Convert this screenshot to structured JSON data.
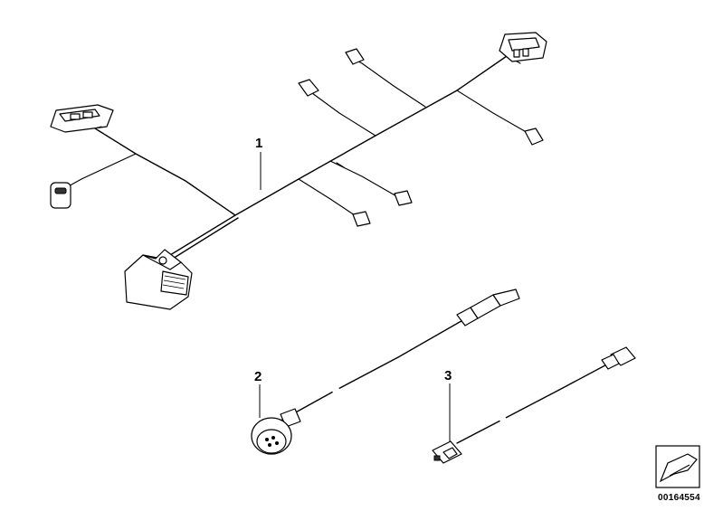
{
  "callouts": {
    "part1": "1",
    "part2": "2",
    "part3": "3"
  },
  "document_number": "00164554",
  "icons": {
    "catalog_symbol": "page-arrow-icon"
  },
  "colors": {
    "line": "#000000",
    "background": "#ffffff"
  }
}
